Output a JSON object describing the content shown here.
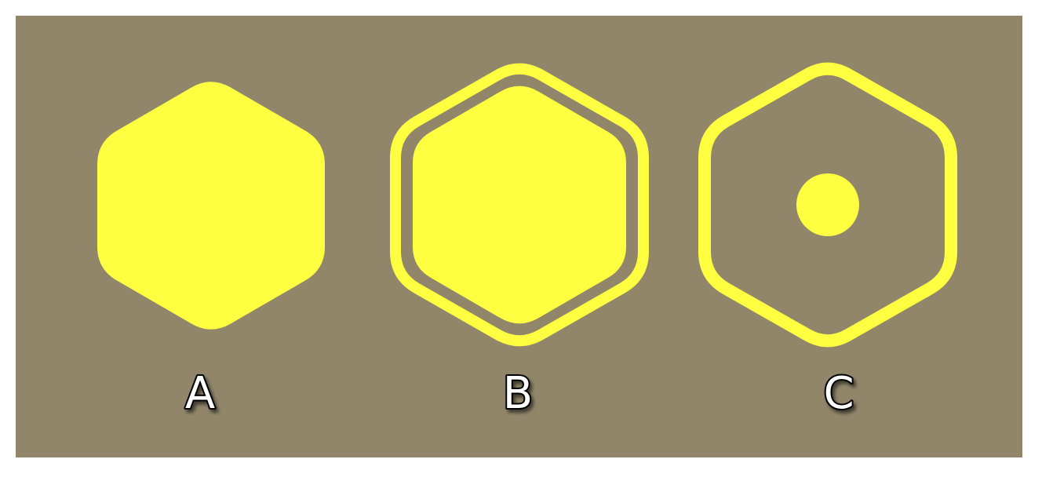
{
  "colors": {
    "background": "#91866a",
    "hexagon": "#ffff42",
    "label_fill": "#ffffff",
    "label_outline": "#000000"
  },
  "shapes": [
    {
      "label": "A",
      "style": "solid-hexagon"
    },
    {
      "label": "B",
      "style": "solid-hexagon-with-outer-ring"
    },
    {
      "label": "C",
      "style": "hexagon-outline-with-center-dot"
    }
  ]
}
